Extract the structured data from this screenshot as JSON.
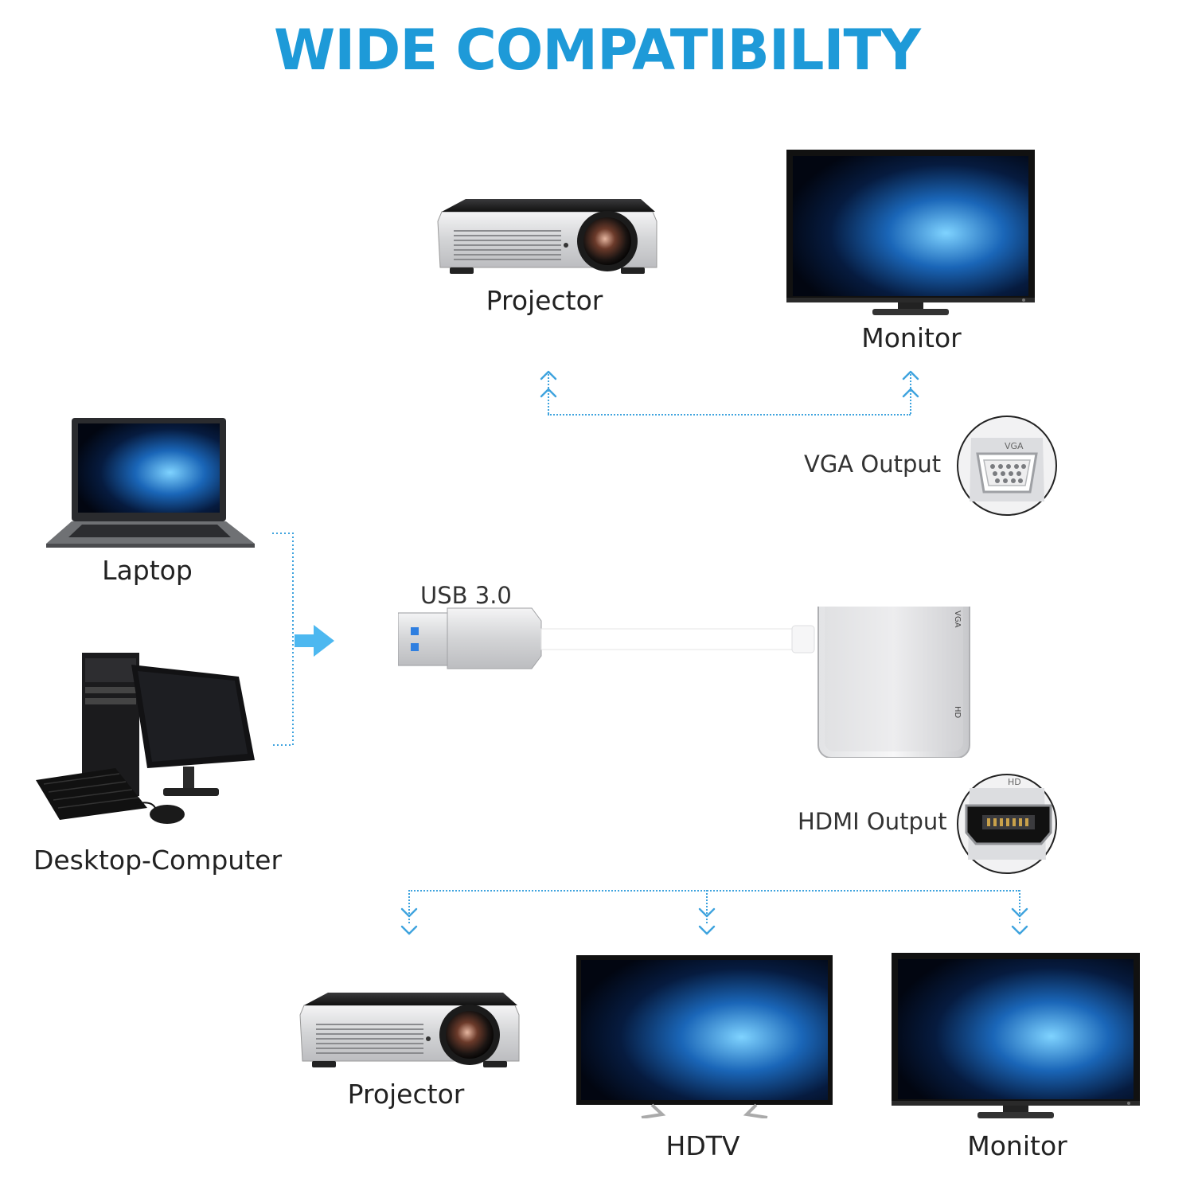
{
  "title": "WIDE COMPATIBILITY",
  "sources": {
    "laptop_label": "Laptop",
    "desktop_label": "Desktop-Computer"
  },
  "connector": {
    "usb_label": "USB 3.0",
    "port_vga_text": "VGA",
    "port_hd_text": "HD"
  },
  "outputs": {
    "vga_label": "VGA Output",
    "vga_badge_text": "VGA",
    "hdmi_label": "HDMI Output",
    "hdmi_badge_text": "HD"
  },
  "vga_devices": {
    "projector_label": "Projector",
    "monitor_label": "Monitor"
  },
  "hdmi_devices": {
    "projector_label": "Projector",
    "hdtv_label": "HDTV",
    "monitor_label": "Monitor"
  },
  "colors": {
    "title": "#1e9ad8",
    "connector_lines": "#3ea3de",
    "arrow": "#4db8f0",
    "adapter_body": "#d9dadc"
  }
}
